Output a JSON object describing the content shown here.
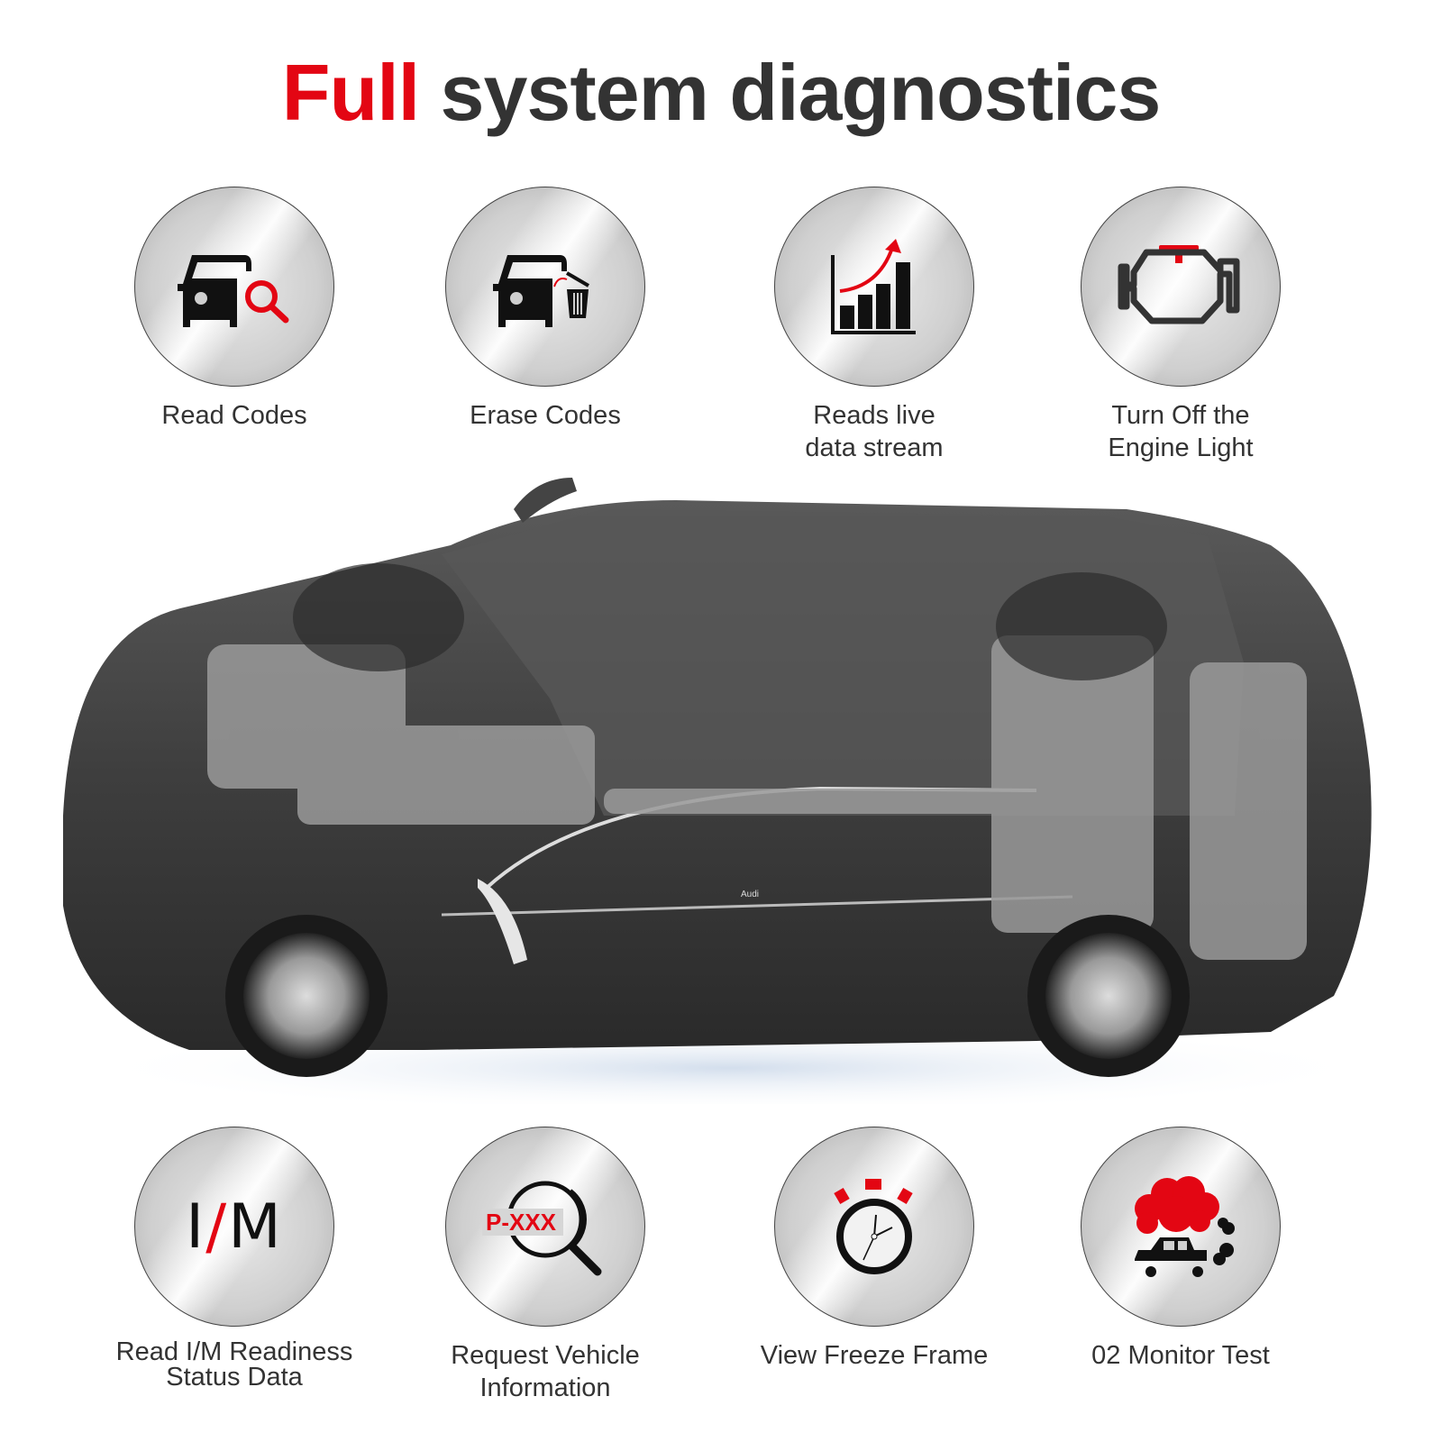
{
  "header": {
    "title_accent": "Full",
    "title_rest": "system diagnostics"
  },
  "colors": {
    "accent": "#e30613",
    "text": "#333333",
    "icon": "#111111"
  },
  "features_top": [
    {
      "label_lines": [
        "Read Codes"
      ],
      "icon": "car-search-icon"
    },
    {
      "label_lines": [
        "Erase Codes"
      ],
      "icon": "car-trash-icon"
    },
    {
      "label_lines": [
        "Reads live",
        "data stream"
      ],
      "icon": "bar-chart-rising-icon"
    },
    {
      "label_lines": [
        "Turn Off the",
        "Engine Light"
      ],
      "icon": "check-engine-icon"
    }
  ],
  "features_bottom": [
    {
      "label_lines": [
        "Read I/M Readiness",
        "Status Data"
      ],
      "icon": "im-readiness-icon",
      "icon_text": {
        "left": "I",
        "slash": "/",
        "right": "M"
      }
    },
    {
      "label_lines": [
        "Request Vehicle",
        "Information"
      ],
      "icon": "code-magnifier-icon",
      "icon_text": "P-XXX"
    },
    {
      "label_lines": [
        "View Freeze Frame"
      ],
      "icon": "stopwatch-icon"
    },
    {
      "label_lines": [
        "02 Monitor Test"
      ],
      "icon": "car-exhaust-icon"
    }
  ],
  "car": {
    "badge": "Audi"
  }
}
